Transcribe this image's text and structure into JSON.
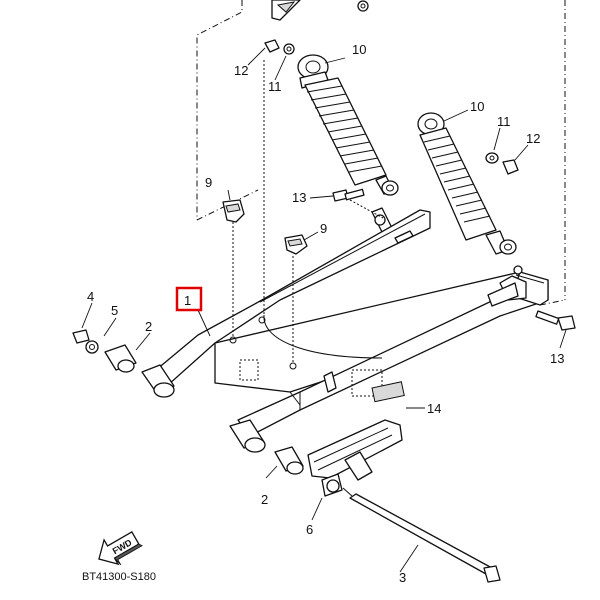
{
  "diagram": {
    "accent_color": "#e00000",
    "highlighted_part": "1",
    "footer_code": "BT41300-S180",
    "fwd_label": "FWD",
    "callouts": {
      "c1": "1",
      "c2a": "2",
      "c2b": "2",
      "c3": "3",
      "c4": "4",
      "c5": "5",
      "c6": "6",
      "c9a": "9",
      "c9b": "9",
      "c10a": "10",
      "c10b": "10",
      "c11a": "11",
      "c11b": "11",
      "c12a": "12",
      "c12b": "12",
      "c13a": "13",
      "c13b": "13",
      "c14": "14"
    }
  }
}
